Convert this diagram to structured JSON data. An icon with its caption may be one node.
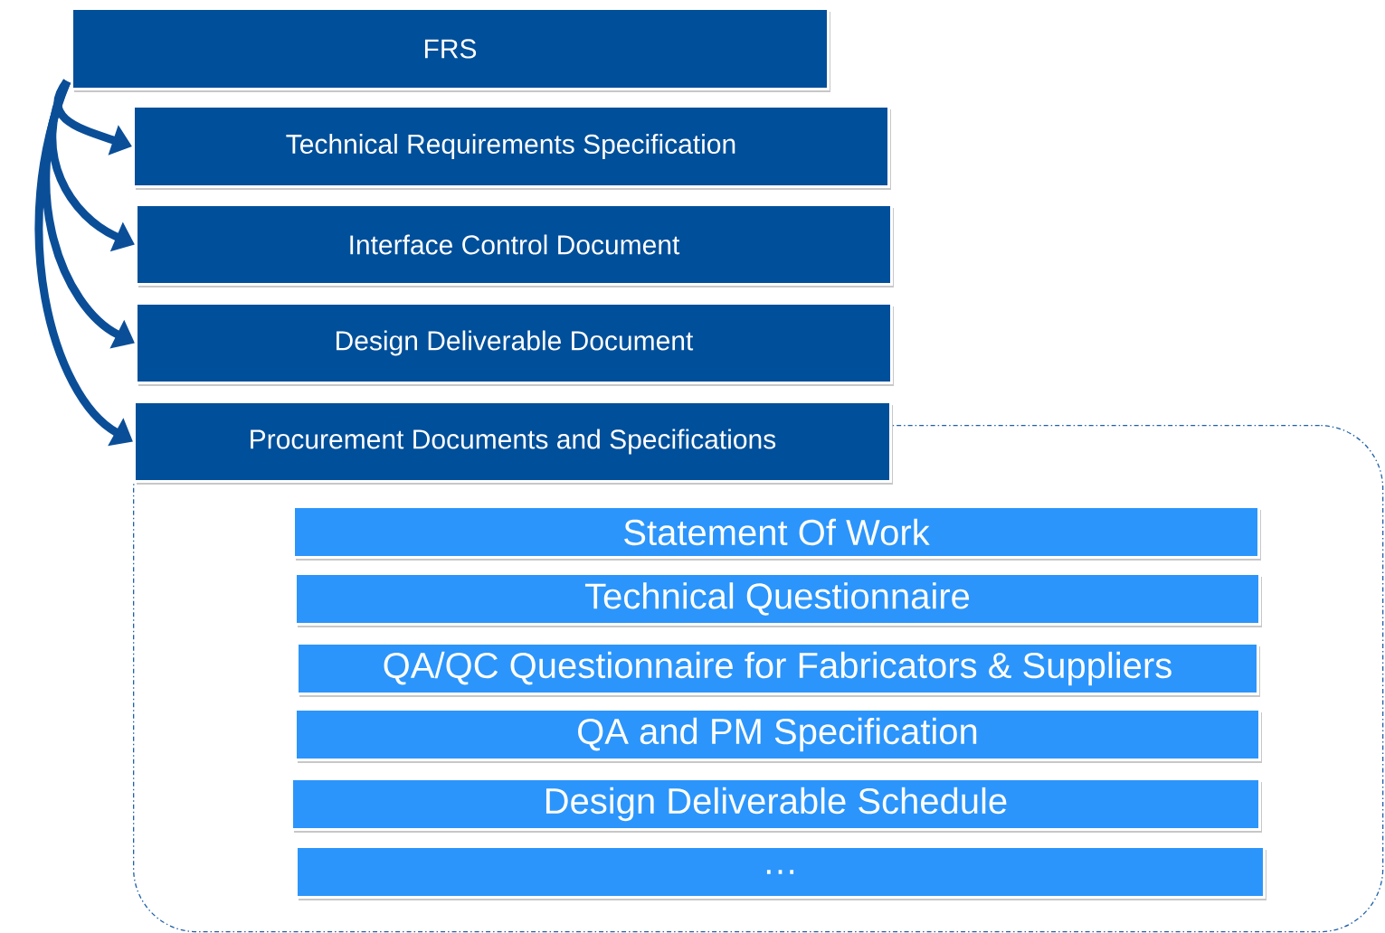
{
  "diagram": {
    "nodes": [
      {
        "text": [
          "FRS"
        ]
      },
      {
        "text": [
          "Technical Requirements Specification"
        ]
      },
      {
        "text": [
          "Interface Control Document"
        ]
      },
      {
        "text": [
          "Design Deliverable Document"
        ]
      },
      {
        "text": [
          "Procurement Documents and Specifications"
        ]
      },
      {
        "text": [],
        "shape": "box"
      },
      {
        "text": [
          "Statement Of Work"
        ],
        "in": 5
      },
      {
        "text": [
          "Technical Questionnaire"
        ],
        "in": 5
      },
      {
        "text": [
          "QA/QC Questionnaire for Fabricators & Suppliers"
        ],
        "in": 5
      },
      {
        "text": [
          "QA and PM Specification"
        ],
        "in": 5
      },
      {
        "text": [
          "Design Deliverable Schedule"
        ],
        "in": 5
      },
      {
        "text": [
          "…"
        ],
        "in": 5
      }
    ],
    "edges": [
      {
        "from": 0,
        "to": 1,
        "arrow": "to"
      },
      {
        "from": 0,
        "to": 2,
        "arrow": "to"
      },
      {
        "from": 0,
        "to": 3,
        "arrow": "to"
      },
      {
        "from": 0,
        "to": 4,
        "arrow": "to"
      }
    ]
  }
}
